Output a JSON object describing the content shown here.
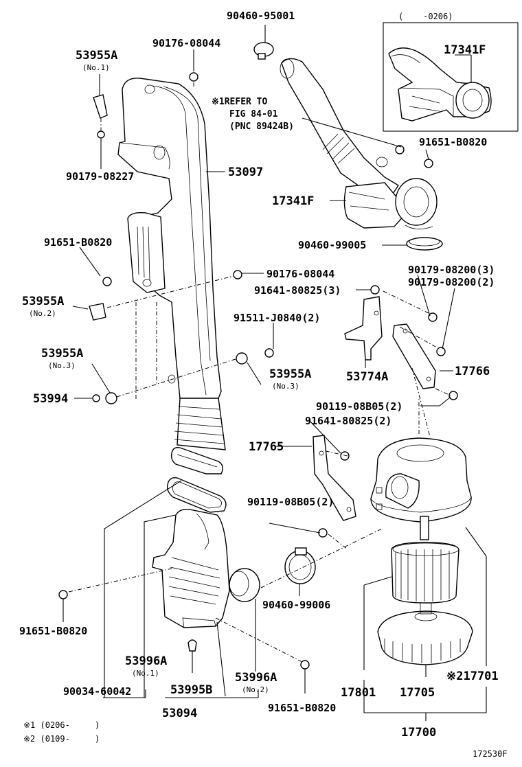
{
  "labels": {
    "p90460_95001": "90460-95001",
    "p90176_08044_top": "90176-08044",
    "p53955A_top": "53955A",
    "p53955A_top_sub": "(No.1)",
    "p17341F_inset": "17341F",
    "inset_date": "(    -0206)",
    "refer_line1": "※1REFER TO",
    "refer_line2": "FIG 84-01",
    "refer_line3": "(PNC 89424B)",
    "p91651_B0820_r": "91651-B0820",
    "p90179_08227": "90179-08227",
    "p53097": "53097",
    "p17341F_main": "17341F",
    "p91651_B0820_l": "91651-B0820",
    "p90460_99005": "90460-99005",
    "p90176_08044_mid": "90176-08044",
    "p90179_08200_3": "90179-08200(3)",
    "p91641_80825_3": "91641-80825(3)",
    "p90179_08200_2": "90179-08200(2)",
    "p53955A_no2": "53955A",
    "p53955A_no2_sub": "(No.2)",
    "p91511_J0840": "91511-J0840(2)",
    "p53955A_no3_l": "53955A",
    "p53955A_no3_l_sub": "(No.3)",
    "p53955A_no3_r": "53955A",
    "p53955A_no3_r_sub": "(No.3)",
    "p53774A": "53774A",
    "p17766": "17766",
    "p53994": "53994",
    "p90119_08B05_r": "90119-08B05(2)",
    "p91641_80825_2": "91641-80825(2)",
    "p17765": "17765",
    "p90119_08B05_l": "90119-08B05(2)",
    "p90460_99006": "90460-99006",
    "p91651_B0820_bl": "91651-B0820",
    "p53996A_no1": "53996A",
    "p53996A_no1_sub": "(No.1)",
    "p53996A_no2": "53996A",
    "p53996A_no2_sub": "(No.2)",
    "p90034_60042": "90034-60042",
    "p53995B": "53995B",
    "p53094": "53094",
    "p91651_B0820_bm": "91651-B0820",
    "p17801": "17801",
    "p17705": "17705",
    "p17701": "※217701",
    "p17700": "17700",
    "foot1": "※1 (0206-     )",
    "foot2": "※2 (0109-     )",
    "fig_code": "172530F"
  }
}
